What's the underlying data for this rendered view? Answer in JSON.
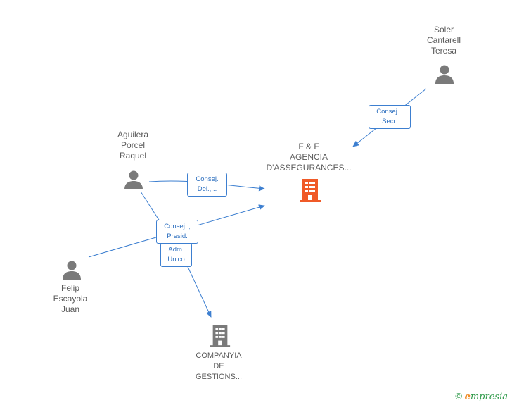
{
  "nodes": {
    "soler": {
      "label_lines": [
        "Soler",
        "Cantarell",
        "Teresa"
      ]
    },
    "aguilera": {
      "label_lines": [
        "Aguilera",
        "Porcel",
        "Raquel"
      ]
    },
    "felip": {
      "label_lines": [
        "Felip",
        "Escayola",
        "Juan"
      ]
    },
    "ff": {
      "label_lines": [
        "F & F",
        "AGENCIA",
        "D'ASSEGURANCES..."
      ]
    },
    "companyia": {
      "label_lines": [
        "COMPANYIA",
        "DE",
        "GESTIONS..."
      ]
    }
  },
  "edges": {
    "soler_ff": {
      "label_lines": [
        "Consej. ,",
        "Secr."
      ]
    },
    "aguilera_ff": {
      "label_lines": [
        "Consej.",
        "Del.,..."
      ]
    },
    "felip_ff": {
      "label_lines": [
        "Consej. ,",
        "Presid."
      ]
    },
    "aguilera_companyia": {
      "label_lines": [
        "Adm.",
        "Unico"
      ]
    }
  },
  "colors": {
    "edge": "#3d7fd0",
    "person": "#7a7a7a",
    "company_main": "#f05a28",
    "company_other": "#7a7a7a"
  },
  "brand": {
    "copyright": "©",
    "e": "e",
    "rest": "mpresia"
  }
}
